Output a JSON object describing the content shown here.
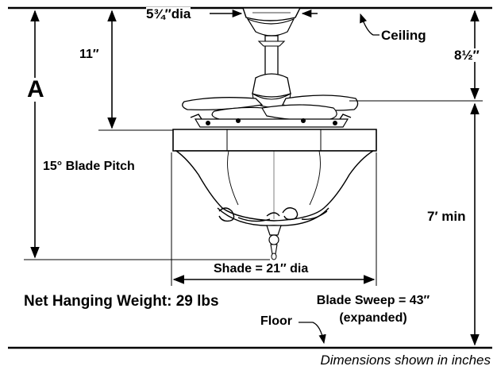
{
  "labels": {
    "canopy_dia": "5¾″dia",
    "ceiling": "Ceiling",
    "drop_11": "11″",
    "drop_8_5": "8½″",
    "dim_a": "A",
    "blade_pitch": "15° Blade Pitch",
    "min_height": "7′ min",
    "shade": "Shade = 21″ dia",
    "weight": "Net Hanging Weight: 29 lbs",
    "blade_sweep": "Blade Sweep = 43″",
    "expanded": "(expanded)",
    "floor": "Floor",
    "units_note": "Dimensions shown in inches"
  },
  "colors": {
    "line": "#000000",
    "background": "#ffffff"
  }
}
